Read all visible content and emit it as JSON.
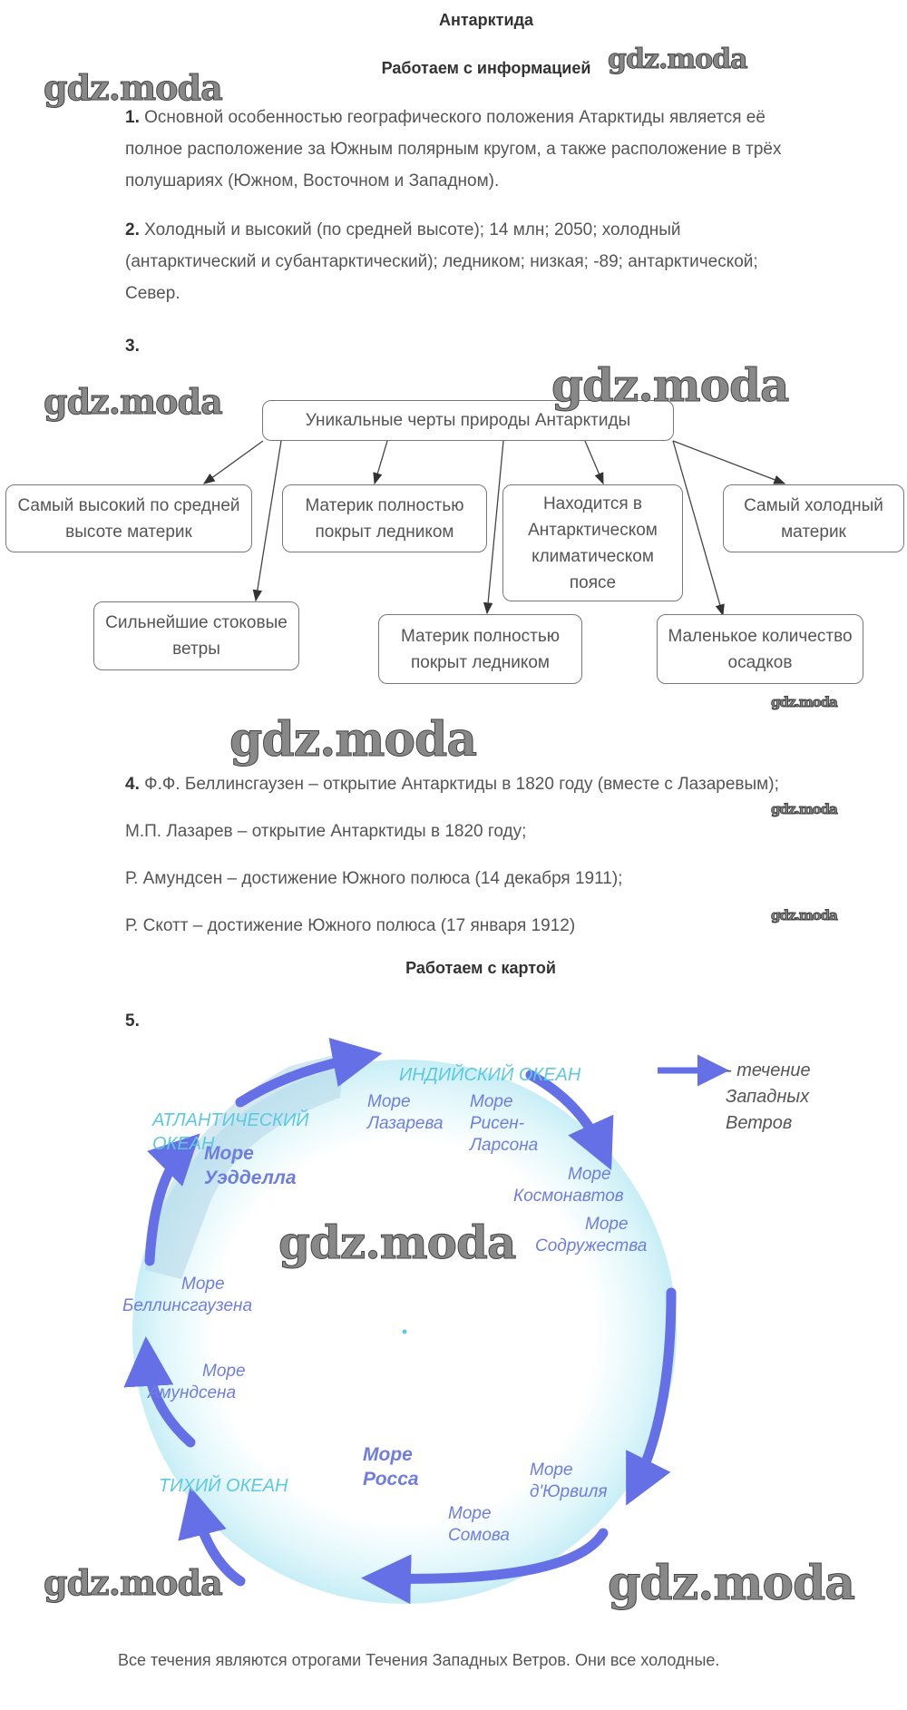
{
  "title": "Антарктида",
  "section1": "Работаем с информацией",
  "q1": {
    "num": "1.",
    "lines": [
      "Основной особенностью географического положения Атарктиды является её",
      "полное расположение за Южным полярным кругом, а также расположение в трёх",
      "полушариях (Южном, Восточном и Западном)."
    ]
  },
  "q2": {
    "num": "2.",
    "lines": [
      "Холодный и высокий (по средней высоте); 14 млн; 2050; холодный",
      "(антарктический и субантарктический); ледником; низкая; -89; антарктической;",
      "Север."
    ]
  },
  "q3": {
    "num": "3.",
    "root": "Уникальные черты природы Антарктиды",
    "boxes": [
      "Самый высокий по средней высоте материк",
      "Материк полностью покрыт ледником",
      "Находится в Антарктическом климатическом поясе",
      "Самый холодный материк",
      "Сильнейшие стоковые ветры",
      "Материк полностью покрыт ледником",
      "Маленькое количество осадков"
    ]
  },
  "q4": {
    "num": "4.",
    "lines": [
      "Ф.Ф. Беллинсгаузен – открытие Антарктиды в 1820 году (вместе с Лазаревым);",
      "М.П. Лазарев – открытие Антарктиды в 1820 году;",
      "Р. Амундсен – достижение Южного полюса (14 декабря 1911);",
      "Р. Скотт – достижение Южного полюса (17 января 1912)"
    ]
  },
  "section2": "Работаем с картой",
  "q5": {
    "num": "5.",
    "map": {
      "oceans": {
        "indian": "ИНДИЙСКИЙ ОКЕАН",
        "atlantic": [
          "АТЛАНТИЧЕСКИЙ",
          "ОКЕАН"
        ],
        "pacific": "ТИХИЙ ОКЕАН"
      },
      "seas": {
        "lazarev": [
          "Море",
          "Лазарева"
        ],
        "riiser": [
          "Море",
          "Рисен-",
          "Ларсона"
        ],
        "weddell": [
          "Море",
          "Уэдделла"
        ],
        "cosmonauts": [
          "Море",
          "Космонавтов"
        ],
        "commonwealth": [
          "Море",
          "Содружества"
        ],
        "bellingshausen": [
          "Море",
          "Беллинсгаузена"
        ],
        "amundsen": [
          "Море",
          "Амундсена"
        ],
        "ross": [
          "Море",
          "Росса"
        ],
        "somov": [
          "Море",
          "Сомова"
        ],
        "durville": [
          "Море",
          "д'Юрвиля"
        ]
      },
      "legend": [
        "- течение",
        "Западных",
        "Ветров"
      ],
      "current_color": "#6670e6",
      "ocean_color": "#5cc9e0",
      "sea_color": "#6f7de0"
    },
    "conclusion": "Все течения являются отрогами Течения Западных Ветров. Они все холодные."
  },
  "watermark": "gdz.moda"
}
